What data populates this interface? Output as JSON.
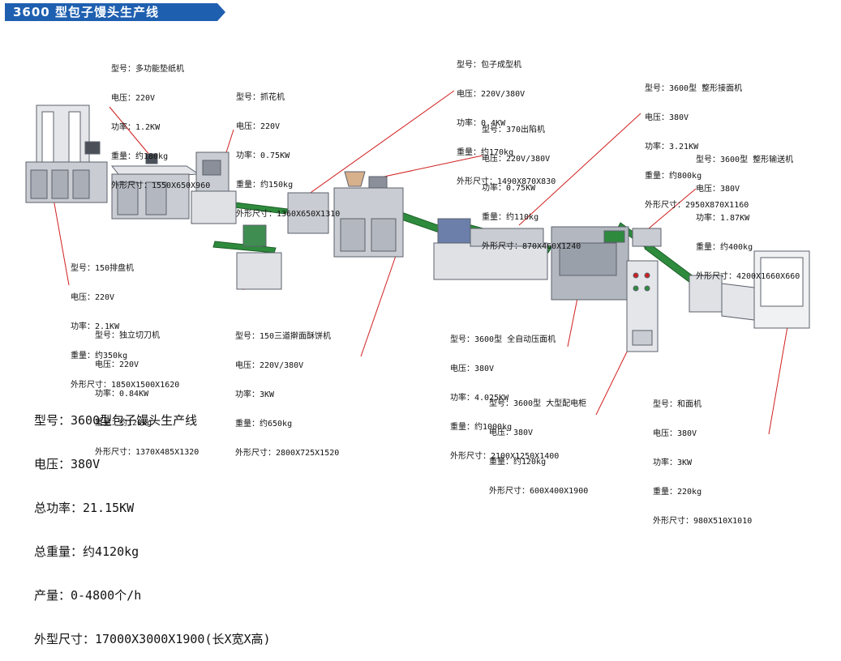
{
  "title": "3600 型包子馒头生产线",
  "colors": {
    "badge": "#1f5fb0",
    "leader": "#d11f1f",
    "conveyor": "#2e8b3d",
    "frame": "#8a8f99",
    "panel": "#c9ccd2"
  },
  "machines": [
    {
      "id": "paper",
      "lines": [
        "型号：多功能垫纸机",
        "电压：220V",
        "功率：1.2KW",
        "重量：约180kg",
        "外形尺寸：1550X650X960"
      ]
    },
    {
      "id": "flower",
      "lines": [
        "型号：抓花机",
        "电压：220V",
        "功率：0.75KW",
        "重量：约150kg",
        "外形尺寸：1360X650X1310"
      ]
    },
    {
      "id": "bun",
      "lines": [
        "型号：包子成型机",
        "电压：220V/380V",
        "功率：0.4KW",
        "重量：约170kg",
        "外形尺寸：1490X870X830"
      ]
    },
    {
      "id": "filling",
      "lines": [
        "型号：370出陷机",
        "电压：220V/380V",
        "功率：0.75KW",
        "重量：约110kg",
        "外形尺寸：870X460X1240"
      ]
    },
    {
      "id": "shaping",
      "lines": [
        "型号：3600型 整形接面机",
        "电压：380V",
        "功率：3.21KW",
        "重量：约800kg",
        "外形尺寸：2950X870X1160"
      ]
    },
    {
      "id": "convey",
      "lines": [
        "型号：3600型 整形输送机",
        "电压：380V",
        "功率：1.87KW",
        "重量：约400kg",
        "外形尺寸：4200X1660X660"
      ]
    },
    {
      "id": "tray",
      "lines": [
        "型号：150排盘机",
        "电压：220V",
        "功率：2.1KW",
        "重量：约350kg",
        "外形尺寸：1850X1500X1620"
      ]
    },
    {
      "id": "cutter",
      "lines": [
        "型号：独立切刀机",
        "电压：220V",
        "功率：0.84KW",
        "重量：约120kg",
        "外形尺寸：1370X485X1320"
      ]
    },
    {
      "id": "pastry",
      "lines": [
        "型号：150三道擀面酥饼机",
        "电压：220V/380V",
        "功率：3KW",
        "重量：约650kg",
        "外形尺寸：2800X725X1520"
      ]
    },
    {
      "id": "press",
      "lines": [
        "型号：3600型 全自动压面机",
        "电压：380V",
        "功率：4.025KW",
        "重量：约1000kg",
        "外形尺寸：2100X1250X1400"
      ]
    },
    {
      "id": "cabinet",
      "lines": [
        "型号：3600型 大型配电柜",
        "电压：380V",
        "重量：约120kg",
        "外形尺寸：600X400X1900"
      ]
    },
    {
      "id": "mixer",
      "lines": [
        "型号：和面机",
        "电压：380V",
        "功率：3KW",
        "重量：220kg",
        "外形尺寸：980X510X1010"
      ]
    }
  ],
  "summary": [
    "型号：3600型包子馒头生产线",
    "电压：380V",
    "总功率：21.15KW",
    "总重量：约4120kg",
    "产量：0-4800个/h",
    "外型尺寸：17000X3000X1900(长X宽X高)"
  ]
}
